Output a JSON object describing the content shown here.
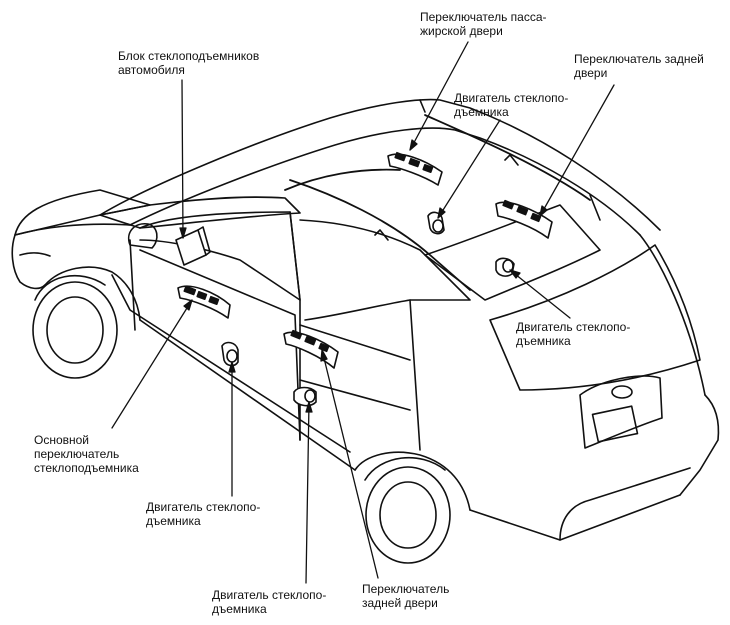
{
  "labels": {
    "passenger_switch": [
      "Переключатель пасса-",
      "жирской двери"
    ],
    "rear_door_switch_top": [
      "Переключатель задней",
      "двери"
    ],
    "window_unit": [
      "Блок стеклоподъемников",
      "автомобиля"
    ],
    "motor_top": [
      "Двигатель стеклопо-",
      "дъемника"
    ],
    "motor_right": [
      "Двигатель стеклопо-",
      "дъемника"
    ],
    "main_switch": [
      "Основной",
      "переключатель",
      "стеклоподъемника"
    ],
    "motor_left": [
      "Двигатель стеклопо-",
      "дъемника"
    ],
    "motor_bottom": [
      "Двигатель стеклопо-",
      "дъемника"
    ],
    "rear_door_switch_bottom": [
      "Переключатель",
      "задней двери"
    ]
  },
  "colors": {
    "line": "#111111",
    "background": "#ffffff"
  }
}
